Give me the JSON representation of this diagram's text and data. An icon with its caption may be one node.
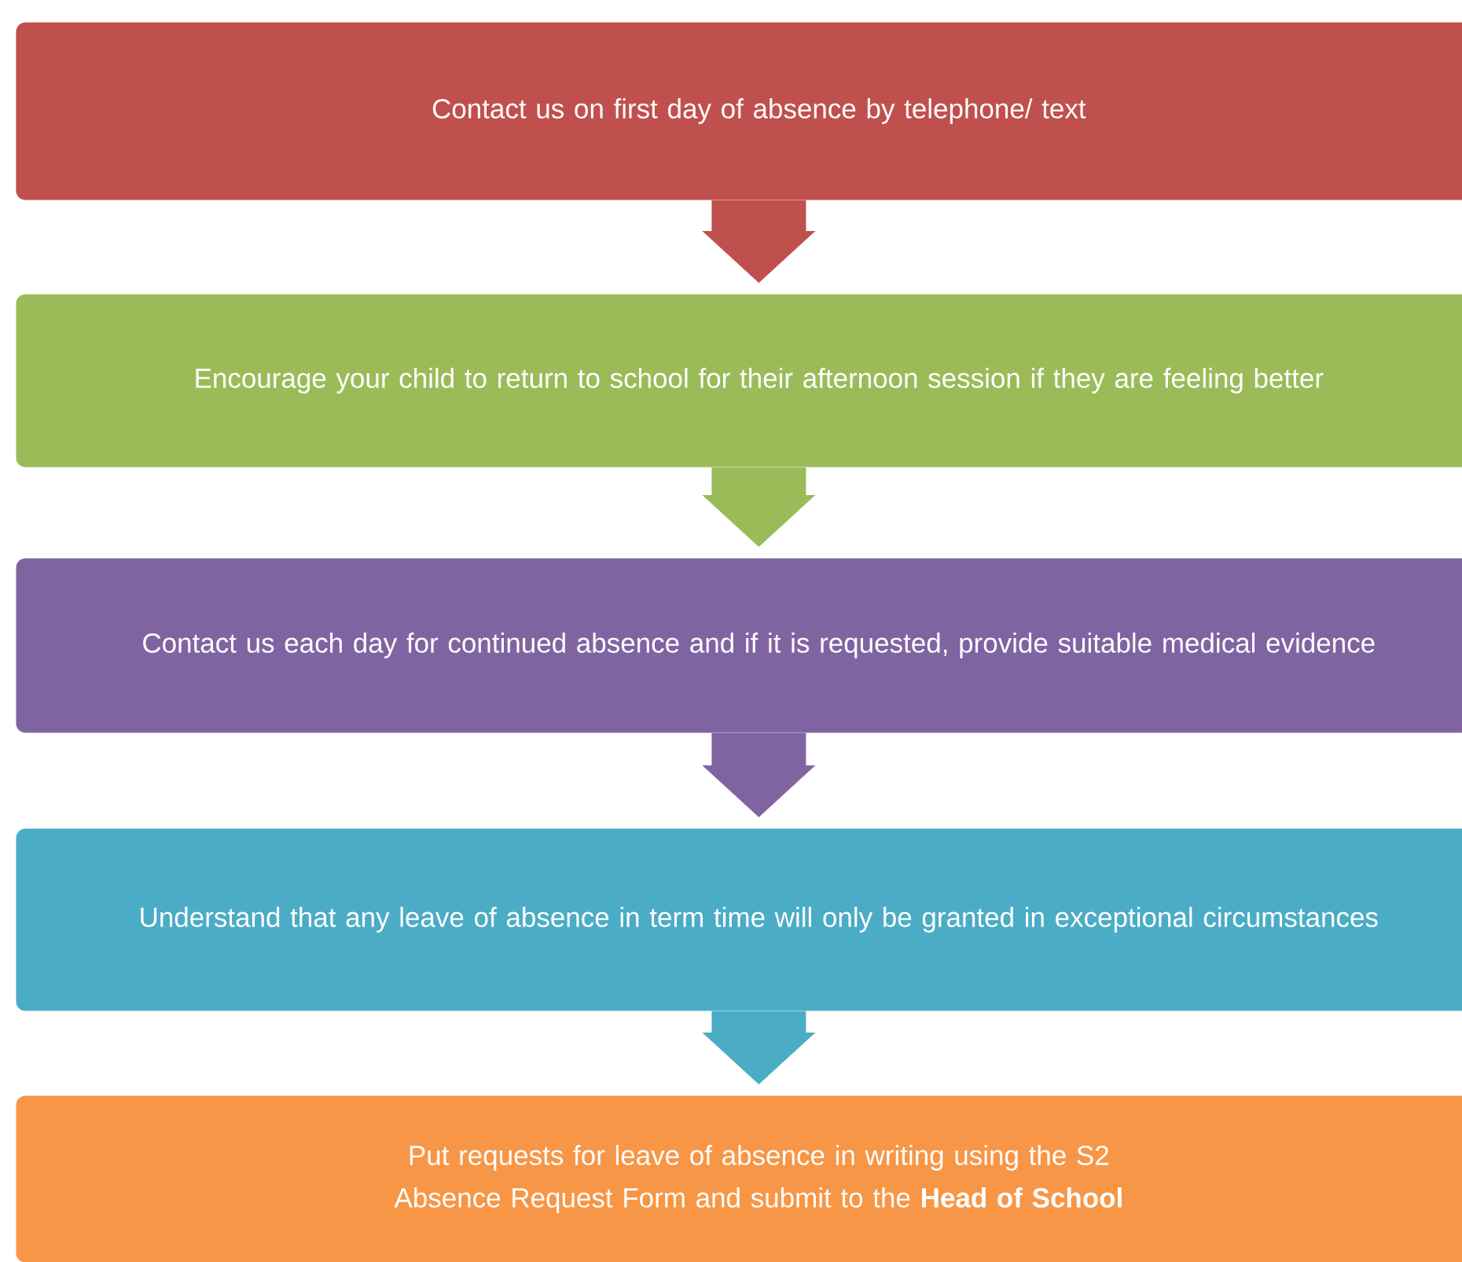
{
  "diagram": {
    "nodes": [
      {
        "text": [
          "Contact us on first day of absence by telephone/ text"
        ]
      },
      {
        "text": [
          "Encourage your child to return to school for their afternoon session if they are feeling better"
        ]
      },
      {
        "text": [
          "Contact us each day for continued absence and if it is requested, provide suitable medical evidence"
        ]
      },
      {
        "text": [
          "Understand that any leave of absence in term time will only be granted in exceptional circumstances"
        ]
      },
      {
        "text": [
          "Put requests for leave of absence in writing using the S2 Absence Request Form and submit to the **Head of School**"
        ]
      }
    ],
    "edges": [
      {
        "from": 0,
        "to": 1,
        "arrow": "to",
        "color": "#c0504d"
      },
      {
        "from": 1,
        "to": 2,
        "arrow": "to",
        "color": "#9bbb59"
      },
      {
        "from": 2,
        "to": 3,
        "arrow": "to",
        "color": "#8064a2"
      },
      {
        "from": 3,
        "to": 4,
        "arrow": "to",
        "color": "#4bacc6"
      }
    ]
  }
}
